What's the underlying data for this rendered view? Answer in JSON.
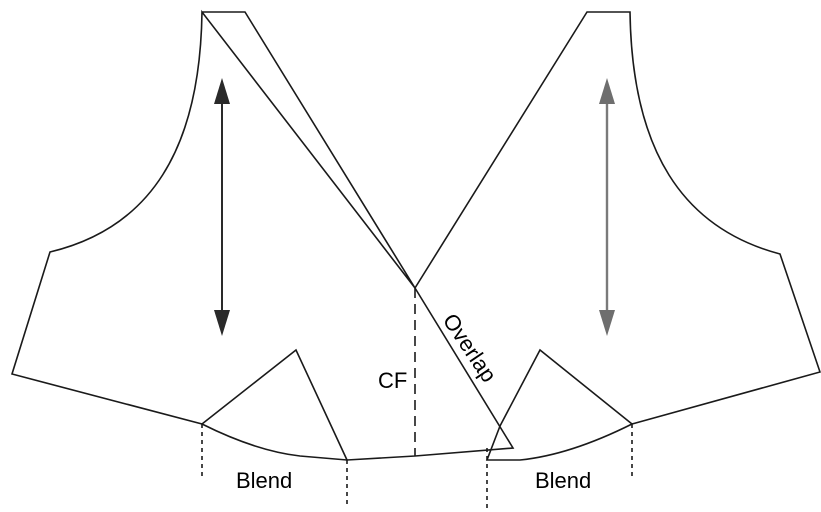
{
  "labels": {
    "center_front": "CF",
    "overlap": "Overlap",
    "blend_left": "Blend",
    "blend_right": "Blend"
  },
  "colors": {
    "line": "#1a1a1a",
    "grainline_left": "#2a2a2a",
    "grainline_right": "#6e6e6e",
    "background": "#ffffff"
  }
}
